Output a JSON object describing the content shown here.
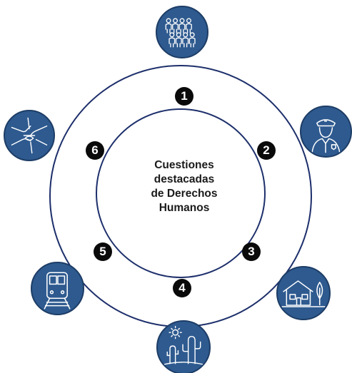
{
  "center": {
    "lines": [
      "Cuestiones",
      "destacadas",
      "de Derechos",
      "Humanos"
    ]
  },
  "markers": [
    "1",
    "2",
    "3",
    "4",
    "5",
    "6"
  ],
  "icons": [
    "people-group-icon",
    "police-officer-icon",
    "house-tree-icon",
    "desert-cactus-sun-icon",
    "train-tracks-icon",
    "joined-hands-icon"
  ],
  "colors": {
    "ring": "#1d2f6b",
    "icon_fill": "#2e5a8f",
    "marker": "#0a0a0a"
  }
}
